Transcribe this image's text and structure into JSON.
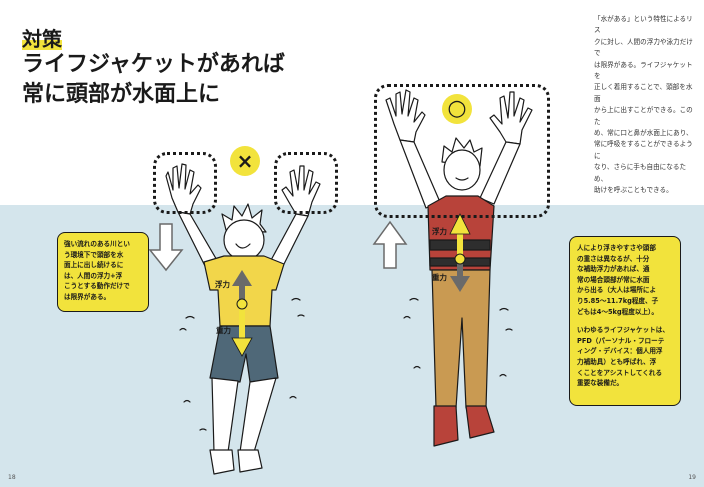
{
  "heading": {
    "tag": "対策",
    "line1": "ライフジャケットがあれば",
    "line2": "常に頭部が水面上に"
  },
  "side_text": {
    "lines": [
      "「水がある」という特性によるリス",
      "クに対し、人間の浮力や泳力だけで",
      "は限界がある。ライフジャケットを",
      "正しく着用することで、頭部を水面",
      "から上に出すことができる。このた",
      "め、常に口と鼻が水面上にあり、",
      "常に呼吸をすることができるように",
      "なり、さらに手も自由になるため、",
      "助けを呼ぶこともできる。"
    ]
  },
  "marks": {
    "bad": "×",
    "good": "○"
  },
  "left_callout": {
    "lines": [
      "強い流れのある川とい",
      "う環境下で頭部を水",
      "面上に出し続けるに",
      "は、人間の浮力+浮",
      "こうとする動作だけで",
      "は限界がある。"
    ]
  },
  "right_callout": {
    "para1": [
      "人により浮きやすさや頭部",
      "の重さは異なるが、十分",
      "な補助浮力があれば、通",
      "常の場合頭部が常に水面",
      "から出る（大人は場所によ",
      "り5.85〜11.7kg程度、子",
      "どもは4〜5kg程度以上）。"
    ],
    "para2": [
      "いわゆるライフジャケットは、",
      "PFD（パーソナル・フローテ",
      "ィング・デバイス：個人用浮",
      "力補助具）とも呼ばれ、浮",
      "くことをアシストしてくれる",
      "重要な装備だ。"
    ]
  },
  "forces": {
    "left_buoyancy": "浮力",
    "left_gravity": "重力",
    "right_buoyancy": "浮力",
    "right_gravity": "重力"
  },
  "pages": {
    "left": "18",
    "right": "19"
  },
  "colors": {
    "water": "#d4e5ec",
    "accent_yellow": "#f2e33c",
    "ink": "#1a1a1a",
    "jacket_red": "#b8433a",
    "pants_tan": "#c99a52",
    "shirt_yellow": "#f2d64a",
    "shorts_blue": "#4f6878"
  }
}
